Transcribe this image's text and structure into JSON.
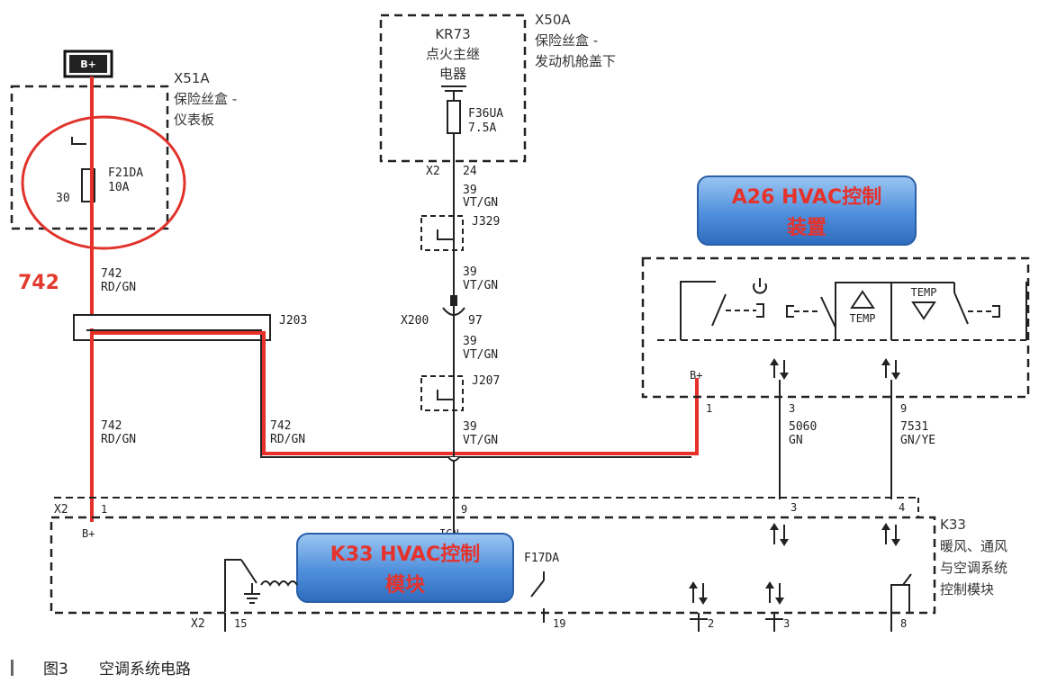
{
  "top_labels": {
    "bplus": "B+",
    "x51a": "X51A",
    "x51a_desc1": "保险丝盒 -",
    "x51a_desc2": "仪表板",
    "kr73": "KR73",
    "kr73_desc1": "点火主继",
    "kr73_desc2": "电器",
    "x50a": "X50A",
    "x50a_desc1": "保险丝盒 -",
    "x50a_desc2": "发动机舱盖下"
  },
  "fuses": {
    "f21da": "F21DA",
    "f21da_amp": "10A",
    "f21da_pin": "30",
    "f36ua": "F36UA",
    "f36ua_amp": "7.5A",
    "f17da": "F17DA"
  },
  "left_circuit": {
    "highlight": "742",
    "wire1_num": "742",
    "wire1_color": "RD/GN",
    "j203": "J203",
    "wire2_num": "742",
    "wire2_color": "RD/GN",
    "wire3_num": "742",
    "wire3_color": "RD/GN"
  },
  "center_circuit": {
    "x2": "X2",
    "pin24": "24",
    "w1_num": "39",
    "w1_color": "VT/GN",
    "j329": "J329",
    "w2_num": "39",
    "w2_color": "VT/GN",
    "x200": "X200",
    "pin97": "97",
    "w3_num": "39",
    "w3_color": "VT/GN",
    "j207": "J207",
    "w4_num": "39",
    "w4_color": "VT/GN"
  },
  "a26": {
    "badge_line1": "A26 HVAC控制",
    "badge_line2": "装置",
    "temp_up": "TEMP",
    "temp_down": "TEMP",
    "bplus": "B+",
    "pin1": "1",
    "pin3": "3",
    "pin9": "9",
    "w5060": "5060",
    "w5060_color": "GN",
    "w7531": "7531",
    "w7531_color": "GN/YE"
  },
  "k33": {
    "badge_line1": "K33 HVAC控制",
    "badge_line2": "模块",
    "x2_top": "X2",
    "pin1": "1",
    "bplus": "B+",
    "pin9": "9",
    "ign": "IGN",
    "pin3": "3",
    "pin4": "4",
    "name": "K33",
    "desc1": "暖风、通风",
    "desc2": "与空调系统",
    "desc3": "控制模块",
    "x2_bottom": "X2",
    "pin15": "15",
    "pin19": "19",
    "pin2": "2",
    "pin3b": "3",
    "pin8": "8"
  },
  "caption": {
    "figure": "图3",
    "title": "空调系统电路"
  },
  "colors": {
    "highlight_red": "#e8302a",
    "badge_blue": "#3b78c8",
    "circle_red": "#e0332b"
  }
}
